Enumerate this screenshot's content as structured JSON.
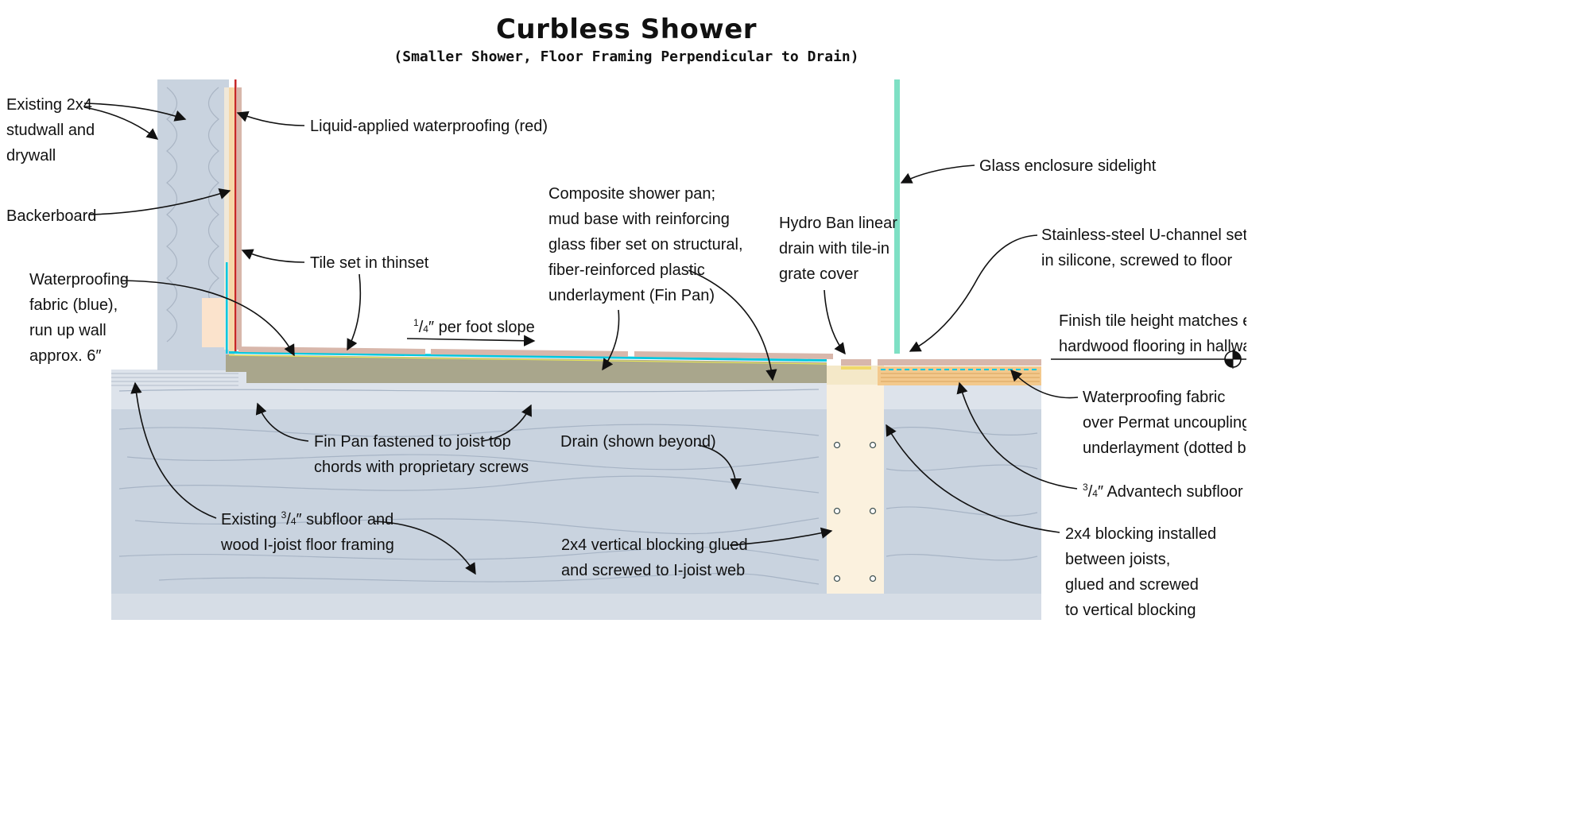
{
  "title": "Curbless Shower",
  "subtitle": "(Smaller Shower, Floor Framing Perpendicular to Drain)",
  "colors": {
    "framing": "#c9d3df",
    "framing_light": "#dde3eb",
    "grain": "#a7b4c5",
    "pan": "#a9a68c",
    "tile": "#d8b7ab",
    "waterproofing_red": "#c62828",
    "waterproofing_blue": "#00c8e0",
    "glass": "#7ee0c4",
    "blocking": "#fbf1de",
    "subfloor_advantech": "#f3c98d"
  },
  "labels": {
    "studwall_1": "Existing 2x4",
    "studwall_2": "studwall and",
    "studwall_3": "drywall",
    "liquid_wp": "Liquid-applied waterproofing (red)",
    "backerboard": "Backerboard",
    "tile_thinset": "Tile set in thinset",
    "wp_fabric_1": "Waterproofing",
    "wp_fabric_2": "fabric (blue),",
    "wp_fabric_3": "run up wall",
    "wp_fabric_4": "approx. 6″",
    "slope_num": "1",
    "slope_den": "4",
    "slope_text": "″ per foot slope",
    "pan_1": "Composite shower pan;",
    "pan_2": "mud base with reinforcing",
    "pan_3": "glass fiber set on structural,",
    "pan_4": "fiber-reinforced plastic",
    "pan_5": "underlayment (Fin Pan)",
    "drain_1": "Hydro Ban linear",
    "drain_2": "drain with tile-in",
    "drain_3": "grate cover",
    "glass": "Glass enclosure sidelight",
    "uchannel_1": "Stainless-steel U-channel set",
    "uchannel_2": "in silicone, screwed to floor",
    "finish_1": "Finish tile height matches ex.",
    "finish_2": "hardwood flooring in hallway",
    "permat_1": "Waterproofing fabric",
    "permat_2": "over Permat uncoupling",
    "permat_3": "underlayment (dotted blue)",
    "advantech_num": "3",
    "advantech_den": "4",
    "advantech_text": "″ Advantech subfloor",
    "finpan_1": "Fin Pan fastened to joist top",
    "finpan_2": "chords with proprietary screws",
    "drain_beyond": "Drain (shown beyond)",
    "existing_prefix": "Existing ",
    "existing_num": "3",
    "existing_den": "4",
    "existing_text": "″ subfloor and",
    "existing_2": "wood I-joist floor framing",
    "vblock_1": "2x4  vertical blocking glued",
    "vblock_2": "and screwed to I-joist web",
    "blocking_1": "2x4 blocking installed",
    "blocking_2": "between joists,",
    "blocking_3": "glued and screwed",
    "blocking_4": "to vertical blocking"
  }
}
